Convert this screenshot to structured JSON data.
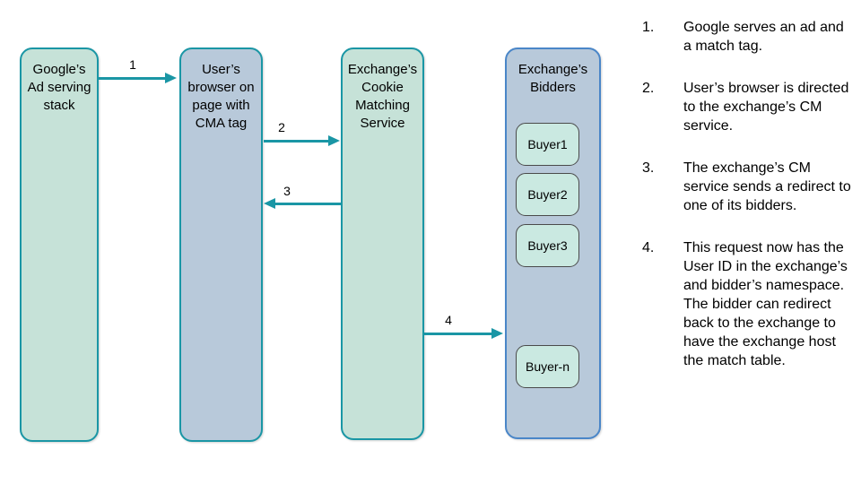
{
  "colors": {
    "teal_accent": "#1a96a5",
    "green_node_fill": "#c6e2d8",
    "blue_node_fill": "#b8c9da",
    "blue_node_border": "#4a86c8",
    "buyer_fill": "#cae9e1",
    "buyer_border": "#4a4a4a",
    "text": "#000000",
    "background": "#ffffff"
  },
  "diagram": {
    "nodes": [
      {
        "id": "google-ad-stack",
        "label": "Google’s\nAd serving\nstack"
      },
      {
        "id": "user-browser",
        "label": "User’s\nbrowser on\npage with\nCMA tag"
      },
      {
        "id": "exchange-cm-service",
        "label": "Exchange’s\nCookie\nMatching\nService"
      },
      {
        "id": "exchange-bidders",
        "label": "Exchange’s\nBidders"
      }
    ],
    "buyers": [
      "Buyer1",
      "Buyer2",
      "Buyer3",
      "Buyer-n"
    ],
    "arrows": [
      {
        "label": "1",
        "from": "google-ad-stack",
        "to": "user-browser",
        "direction": "right"
      },
      {
        "label": "2",
        "from": "user-browser",
        "to": "exchange-cm-service",
        "direction": "right"
      },
      {
        "label": "3",
        "from": "exchange-cm-service",
        "to": "user-browser",
        "direction": "left"
      },
      {
        "label": "4",
        "from": "exchange-cm-service",
        "to": "exchange-bidders",
        "direction": "right"
      }
    ]
  },
  "notes": {
    "items": [
      {
        "num": "1.",
        "text": "Google serves an ad and a match tag."
      },
      {
        "num": "2.",
        "text": "User’s browser is directed to the exchange’s CM service."
      },
      {
        "num": "3.",
        "text": "The exchange’s CM service sends a redirect to one of its bidders."
      },
      {
        "num": "4.",
        "text": "This request now has the User ID in the exchange’s and bidder’s namespace. The bidder can redirect back to the exchange to have the exchange host the match table."
      }
    ]
  }
}
